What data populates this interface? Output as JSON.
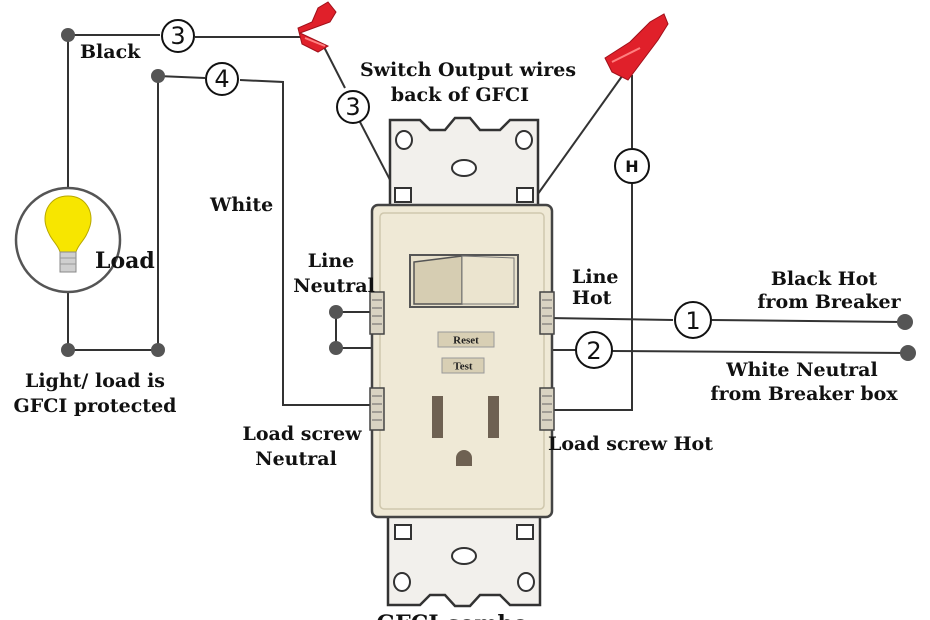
{
  "labels": {
    "black": "Black",
    "white": "White",
    "load": "Load",
    "light_load_line1": "Light/ load is",
    "light_load_line2": "GFCI protected",
    "switch_output_line1": "Switch Output wires",
    "switch_output_line2": "back of GFCI",
    "line_neutral_line1": "Line",
    "line_neutral_line2": "Neutral",
    "line_hot_line1": "Line",
    "line_hot_line2": "Hot",
    "black_hot_line1": "Black Hot",
    "black_hot_line2": "from Breaker",
    "white_neutral_line1": "White Neutral",
    "white_neutral_line2": "from Breaker box",
    "load_screw_neutral_line1": "Load screw",
    "load_screw_neutral_line2": "Neutral",
    "load_screw_hot": "Load screw Hot",
    "reset": "Reset",
    "test": "Test",
    "bottom_caption": "GFCI combo"
  },
  "markers": {
    "one": "1",
    "two": "2",
    "three": "3",
    "four": "4",
    "hot": "H"
  },
  "colors": {
    "wire_nut": "#e0202a",
    "device_body": "#efe9d6",
    "mounting_strap": "#f2f0ec",
    "bulb": "#f7e600"
  }
}
